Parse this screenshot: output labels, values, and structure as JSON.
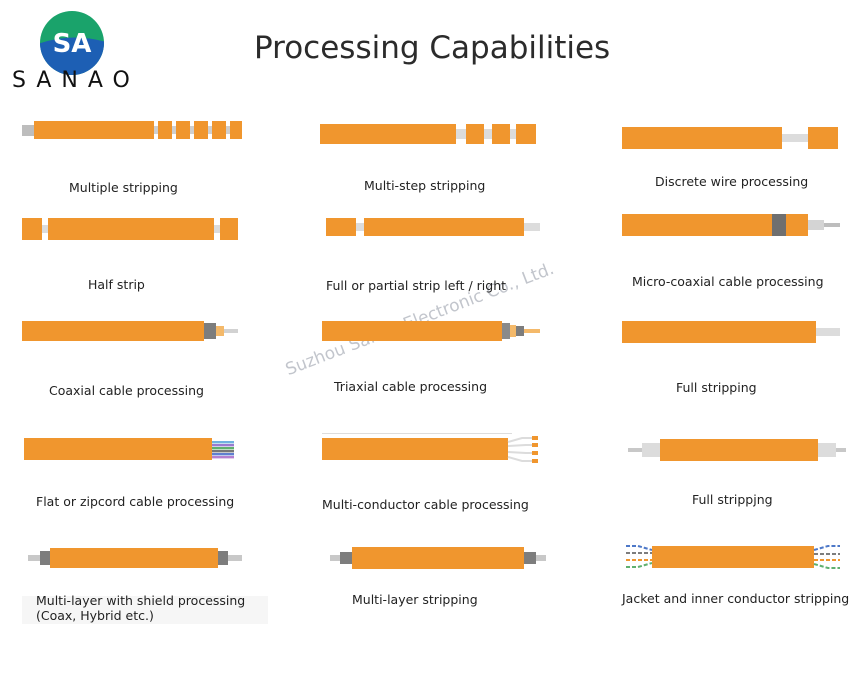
{
  "brand": {
    "name": "SANAO",
    "mark_text": "SA",
    "colors": {
      "green": "#1aa36b",
      "blue": "#1d5fb4",
      "mark_text": "#ffffff"
    }
  },
  "header": {
    "title": "Processing Capabilities"
  },
  "watermark": "Suzhou Sanao Electronic Co., Ltd.",
  "colors": {
    "jacket": "#f0962e",
    "jacket_dark": "#e0821a",
    "conductor": "#cfcfcf",
    "shield": "#7d7d7d",
    "core": "#f4b96a"
  },
  "capabilities": [
    {
      "label": "Multiple stripping"
    },
    {
      "label": "Multi-step stripping"
    },
    {
      "label": "Discrete wire processing"
    },
    {
      "label": "Half strip"
    },
    {
      "label": "Full or partial strip left / right"
    },
    {
      "label": "Micro-coaxial cable processing"
    },
    {
      "label": "Coaxial cable processing"
    },
    {
      "label": "Triaxial cable processing"
    },
    {
      "label": "Full stripping"
    },
    {
      "label": "Flat or zipcord cable processing"
    },
    {
      "label": "Multi-conductor cable processing"
    },
    {
      "label": "Full strippjng"
    },
    {
      "label": "Multi-layer with shield processing",
      "label_line2": "(Coax, Hybrid etc.)"
    },
    {
      "label": "Multi-layer stripping"
    },
    {
      "label": "Jacket and inner conductor stripping"
    }
  ]
}
